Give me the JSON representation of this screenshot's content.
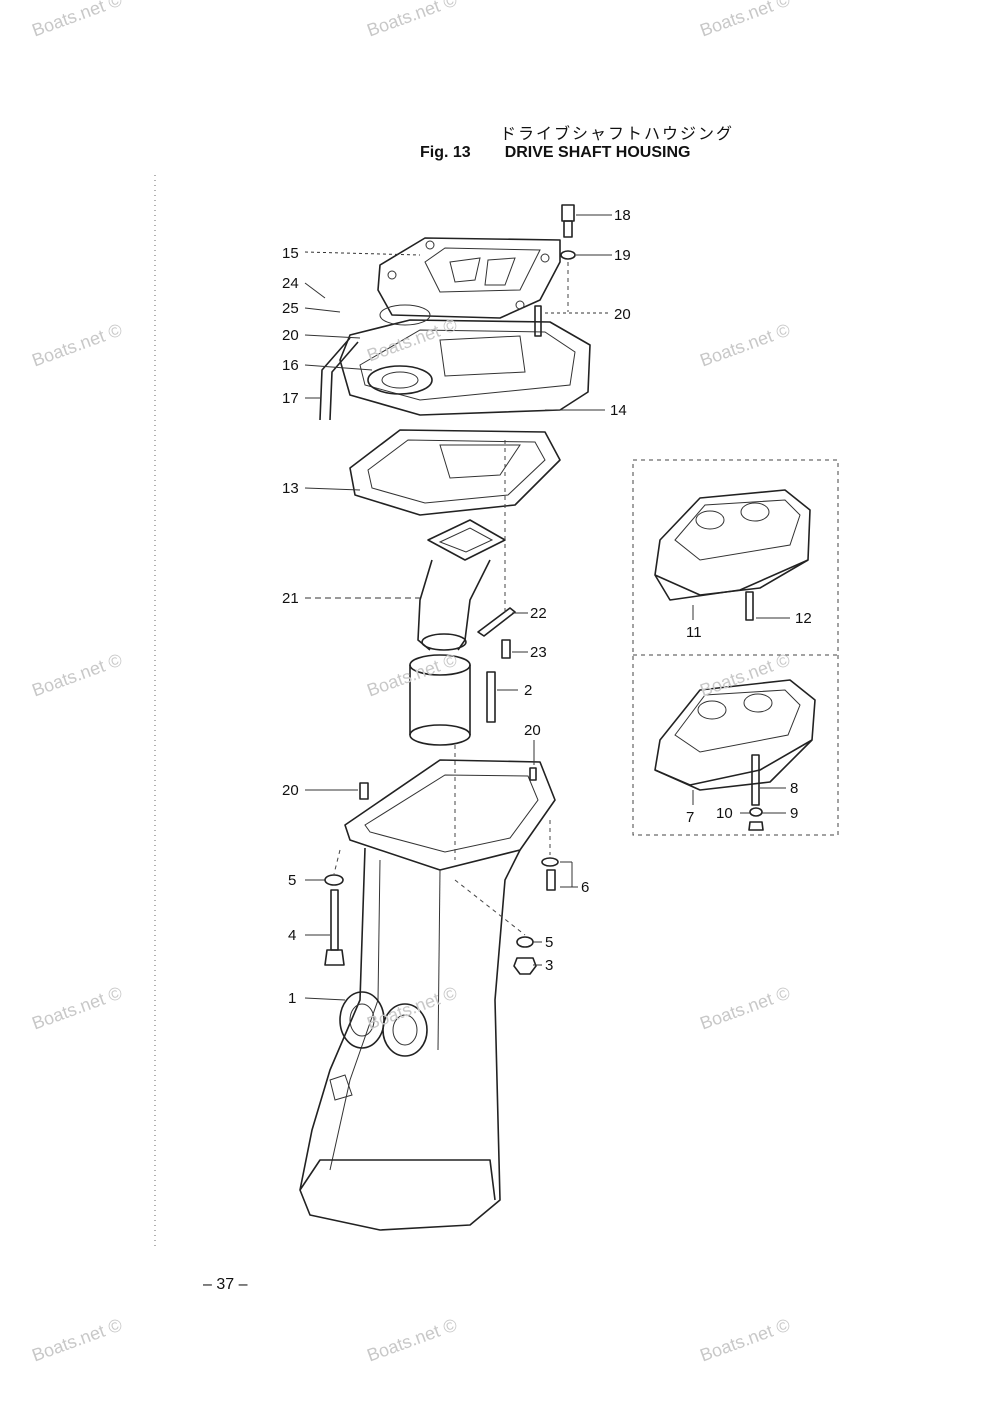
{
  "header": {
    "title_jp": "ドライブシャフトハウジング",
    "fig_label": "Fig. 13",
    "title_en": "DRIVE SHAFT HOUSING"
  },
  "page_number": "– 37 –",
  "watermark_text": "Boats.net ©",
  "parts": [
    {
      "id": "18",
      "label": "18"
    },
    {
      "id": "19",
      "label": "19"
    },
    {
      "id": "15",
      "label": "15"
    },
    {
      "id": "24",
      "label": "24"
    },
    {
      "id": "25",
      "label": "25"
    },
    {
      "id": "20a",
      "label": "20"
    },
    {
      "id": "20b",
      "label": "20"
    },
    {
      "id": "16",
      "label": "16"
    },
    {
      "id": "17",
      "label": "17"
    },
    {
      "id": "14",
      "label": "14"
    },
    {
      "id": "13",
      "label": "13"
    },
    {
      "id": "21",
      "label": "21"
    },
    {
      "id": "22",
      "label": "22"
    },
    {
      "id": "23",
      "label": "23"
    },
    {
      "id": "2",
      "label": "2"
    },
    {
      "id": "20c",
      "label": "20"
    },
    {
      "id": "20d",
      "label": "20"
    },
    {
      "id": "5a",
      "label": "5"
    },
    {
      "id": "6",
      "label": "6"
    },
    {
      "id": "4",
      "label": "4"
    },
    {
      "id": "5b",
      "label": "5"
    },
    {
      "id": "3",
      "label": "3"
    },
    {
      "id": "1",
      "label": "1"
    },
    {
      "id": "12",
      "label": "12"
    },
    {
      "id": "11",
      "label": "11"
    },
    {
      "id": "8",
      "label": "8"
    },
    {
      "id": "10",
      "label": "10"
    },
    {
      "id": "9",
      "label": "9"
    },
    {
      "id": "7",
      "label": "7"
    }
  ]
}
